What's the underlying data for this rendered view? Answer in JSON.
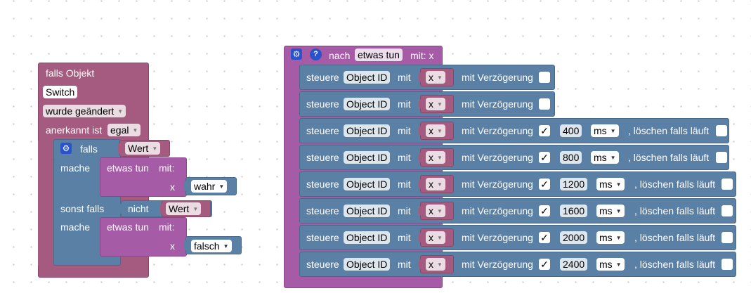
{
  "trigger": {
    "title": "falls Objekt",
    "object": "Switch",
    "condition": "wurde geändert",
    "ack_label": "anerkannt ist",
    "ack_value": "egal"
  },
  "if_block": {
    "if_label": "falls",
    "var_value": "Wert",
    "do_label": "mache",
    "else_if_label": "sonst falls",
    "not_label": "nicht",
    "else_var_value": "Wert",
    "do2_label": "mache"
  },
  "calls": [
    {
      "name": "etwas tun",
      "with_label": "mit:",
      "param": "x",
      "value": "wahr"
    },
    {
      "name": "etwas tun",
      "with_label": "mit:",
      "param": "x",
      "value": "falsch"
    }
  ],
  "procedure": {
    "prefix": "nach",
    "name": "etwas tun",
    "suffix": "mit: x"
  },
  "control_rows": [
    {
      "label": "steuere",
      "object": "Object ID",
      "with": "mit",
      "var": "x",
      "delay_label": "mit Verzögerung",
      "delay_checked": "",
      "ms": "",
      "unit": "",
      "clear": ""
    },
    {
      "label": "steuere",
      "object": "Object ID",
      "with": "mit",
      "var": "x",
      "delay_label": "mit Verzögerung",
      "delay_checked": "",
      "ms": "",
      "unit": "",
      "clear": ""
    },
    {
      "label": "steuere",
      "object": "Object ID",
      "with": "mit",
      "var": "x",
      "delay_label": "mit Verzögerung",
      "delay_checked": "✓",
      "ms": "400",
      "unit": "ms",
      "clear": ", löschen falls läuft"
    },
    {
      "label": "steuere",
      "object": "Object ID",
      "with": "mit",
      "var": "x",
      "delay_label": "mit Verzögerung",
      "delay_checked": "✓",
      "ms": "800",
      "unit": "ms",
      "clear": ", löschen falls läuft"
    },
    {
      "label": "steuere",
      "object": "Object ID",
      "with": "mit",
      "var": "x",
      "delay_label": "mit Verzögerung",
      "delay_checked": "✓",
      "ms": "1200",
      "unit": "ms",
      "clear": ", löschen falls läuft"
    },
    {
      "label": "steuere",
      "object": "Object ID",
      "with": "mit",
      "var": "x",
      "delay_label": "mit Verzögerung",
      "delay_checked": "✓",
      "ms": "1600",
      "unit": "ms",
      "clear": ", löschen falls läuft"
    },
    {
      "label": "steuere",
      "object": "Object ID",
      "with": "mit",
      "var": "x",
      "delay_label": "mit Verzögerung",
      "delay_checked": "✓",
      "ms": "2000",
      "unit": "ms",
      "clear": ", löschen falls läuft"
    },
    {
      "label": "steuere",
      "object": "Object ID",
      "with": "mit",
      "var": "x",
      "delay_label": "mit Verzögerung",
      "delay_checked": "✓",
      "ms": "2400",
      "unit": "ms",
      "clear": ", löschen falls läuft"
    }
  ],
  "colors": {
    "event": "#A55B80",
    "logic": "#5B80A5",
    "procedure": "#A55BA5",
    "gear": "#2952CC"
  },
  "icons": {
    "mutator": "gear-icon",
    "help": "help-icon",
    "dropdown": "dropdown-arrow-icon",
    "checkbox": "checkbox-icon"
  }
}
